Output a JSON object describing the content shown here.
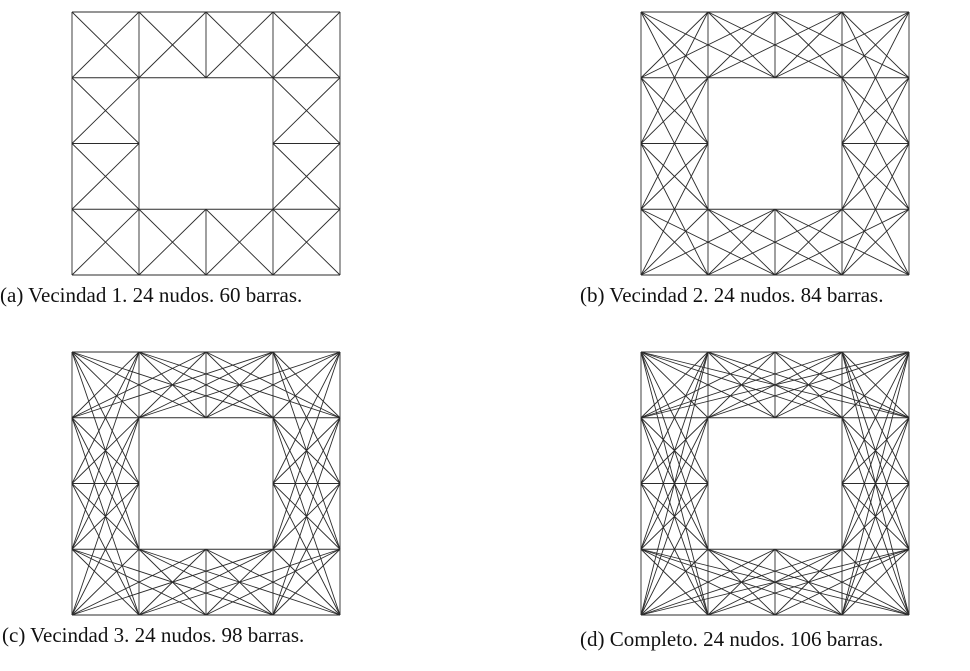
{
  "figure": {
    "stroke_color": "#2b2b2b",
    "background": "#ffffff",
    "panels": [
      {
        "id": "a",
        "caption": "(a) Vecindad 1. 24 nudos. 60 barras.",
        "neighborhood": 1
      },
      {
        "id": "b",
        "caption": "(b) Vecindad 2. 24 nudos. 84 barras.",
        "neighborhood": 2
      },
      {
        "id": "c",
        "caption": "(c) Vecindad 3. 24 nudos. 98 barras.",
        "neighborhood": 3
      },
      {
        "id": "d",
        "caption": "(d) Completo. 24 nudos. 106 barras.",
        "neighborhood": 4
      }
    ]
  }
}
